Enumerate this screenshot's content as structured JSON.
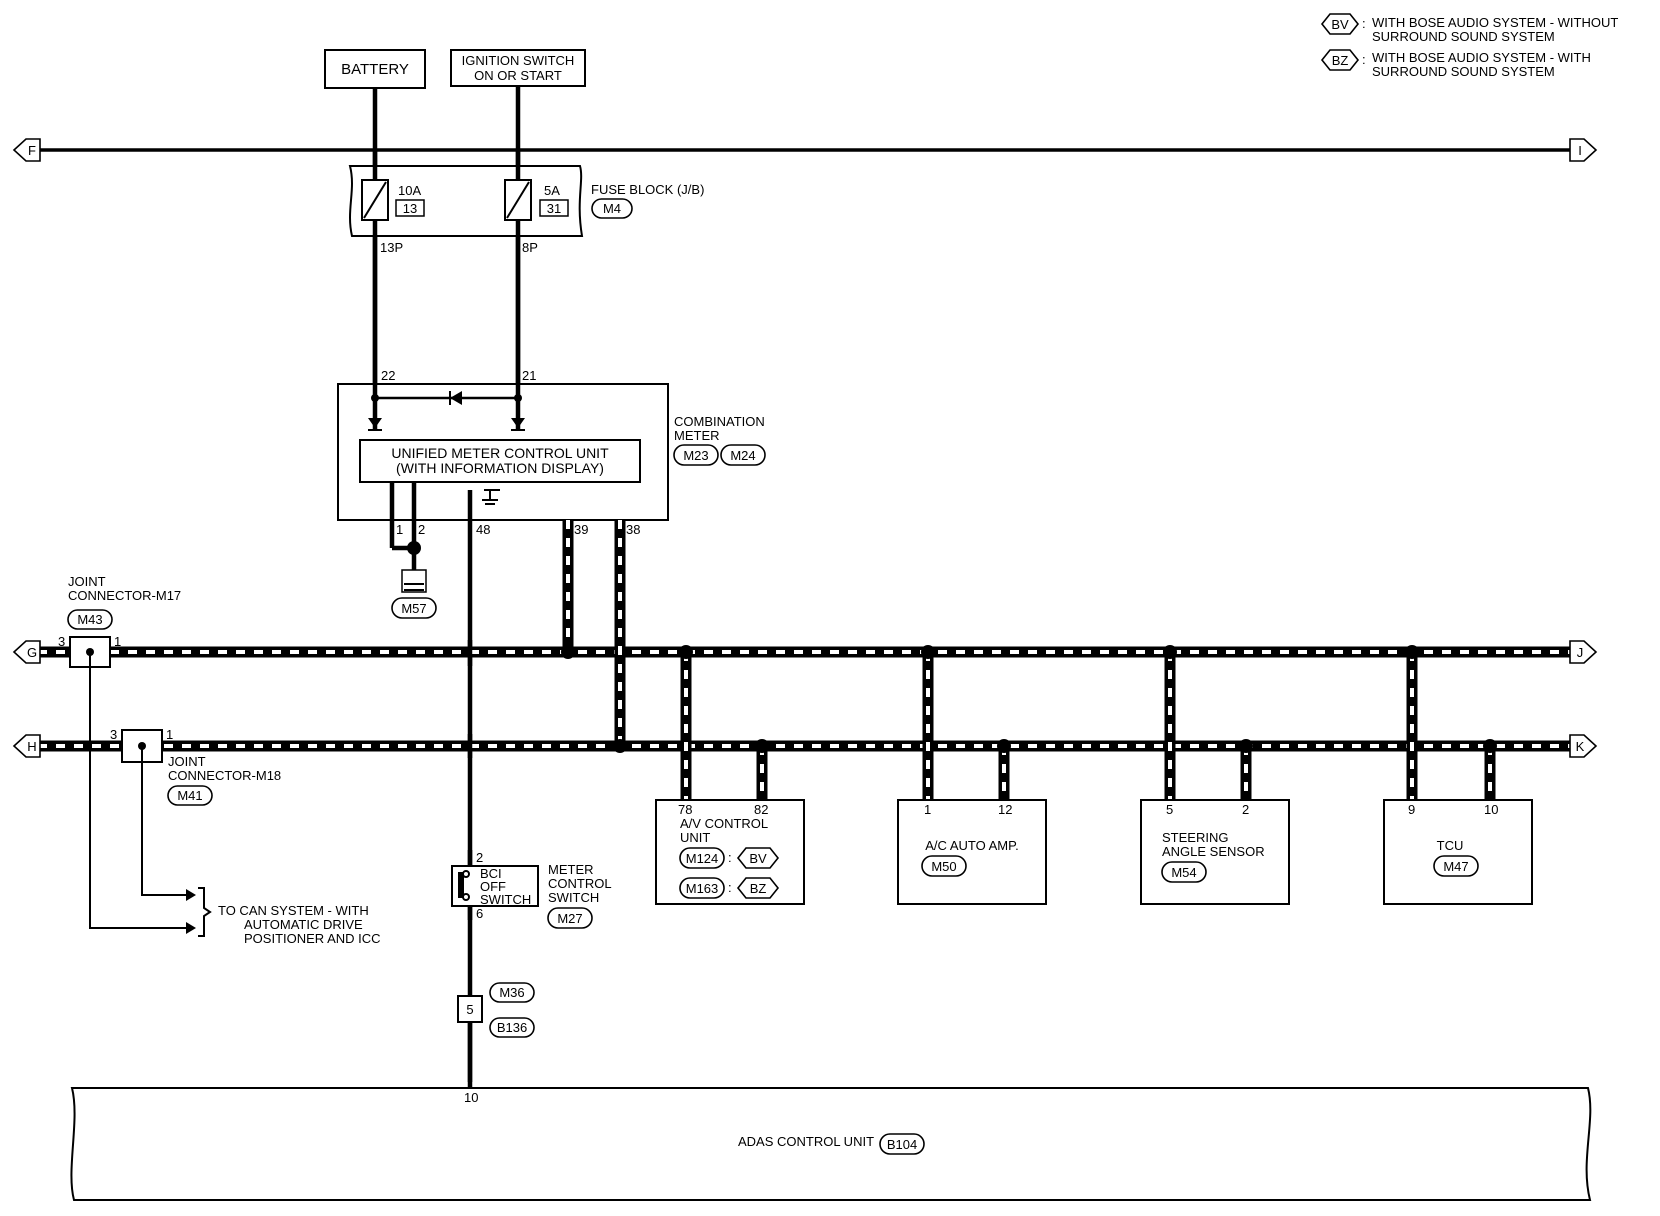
{
  "legend": {
    "bv_code": "BV",
    "bv_text_1": "WITH BOSE AUDIO SYSTEM - WITHOUT",
    "bv_text_2": "SURROUND SOUND SYSTEM",
    "bz_code": "BZ",
    "bz_text_1": "WITH BOSE AUDIO SYSTEM - WITH",
    "bz_text_2": "SURROUND SOUND SYSTEM"
  },
  "power": {
    "battery": "BATTERY",
    "ignition_1": "IGNITION SWITCH",
    "ignition_2": "ON OR START"
  },
  "bus_letters": {
    "f": "F",
    "i": "I",
    "g": "G",
    "j": "J",
    "h": "H",
    "k": "K"
  },
  "fuse_block": {
    "label": "FUSE BLOCK (J/B)",
    "code": "M4",
    "fuse1_amp": "10A",
    "fuse1_num": "13",
    "fuse1_pin": "13P",
    "fuse2_amp": "5A",
    "fuse2_num": "31",
    "fuse2_pin": "8P"
  },
  "combination_meter": {
    "label_1": "COMBINATION",
    "label_2": "METER",
    "code_1": "M23",
    "code_2": "M24",
    "unit_1": "UNIFIED METER CONTROL UNIT",
    "unit_2": "(WITH INFORMATION DISPLAY)",
    "pins": {
      "p22": "22",
      "p21": "21",
      "p1": "1",
      "p2": "2",
      "p48": "48",
      "p39": "39",
      "p38": "38"
    },
    "ground_code": "M57"
  },
  "joint_m17": {
    "label_1": "JOINT",
    "label_2": "CONNECTOR-M17",
    "code": "M43",
    "pin_left": "3",
    "pin_right": "1"
  },
  "joint_m18": {
    "label_1": "JOINT",
    "label_2": "CONNECTOR-M18",
    "code": "M41",
    "pin_left": "3",
    "pin_right": "1"
  },
  "can_note": {
    "line_1": "TO CAN SYSTEM - WITH",
    "line_2": "AUTOMATIC DRIVE",
    "line_3": "POSITIONER AND ICC"
  },
  "meter_switch": {
    "pin_top": "2",
    "pin_bottom": "6",
    "sw_1": "BCI",
    "sw_2": "OFF",
    "sw_3": "SWITCH",
    "label_1": "METER",
    "label_2": "CONTROL",
    "label_3": "SWITCH",
    "code": "M27"
  },
  "harness_connector": {
    "pin": "5",
    "code_top": "M36",
    "code_bottom": "B136"
  },
  "av_unit": {
    "pin_a": "78",
    "pin_b": "82",
    "label_1": "A/V CONTROL",
    "label_2": "UNIT",
    "code_1": "M124",
    "opt_1": "BV",
    "code_2": "M163",
    "opt_2": "BZ",
    "colon": ":"
  },
  "ac_unit": {
    "pin_a": "1",
    "pin_b": "12",
    "label": "A/C AUTO AMP.",
    "code": "M50"
  },
  "steering_unit": {
    "pin_a": "5",
    "pin_b": "2",
    "label_1": "STEERING",
    "label_2": "ANGLE SENSOR",
    "code": "M54"
  },
  "tcu_unit": {
    "pin_a": "9",
    "pin_b": "10",
    "label": "TCU",
    "code": "M47"
  },
  "adas": {
    "pin": "10",
    "label": "ADAS CONTROL UNIT",
    "code": "B104"
  }
}
